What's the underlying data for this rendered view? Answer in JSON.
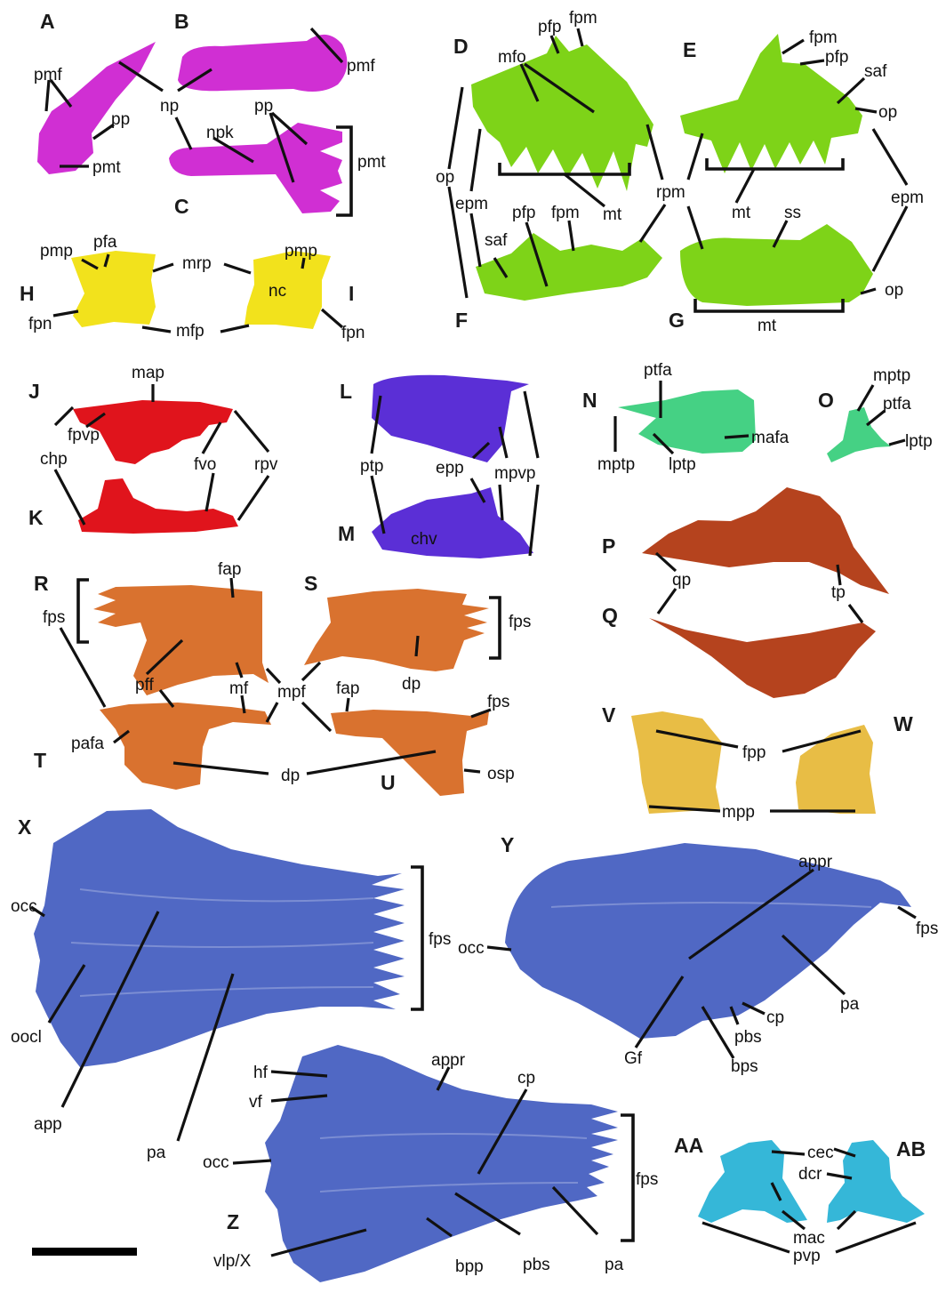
{
  "colors": {
    "magenta": "#d02fd3",
    "green": "#7ed318",
    "yellow": "#f2e21c",
    "red": "#e0141c",
    "purple": "#5b2fd6",
    "mint": "#45d184",
    "rust": "#b5431e",
    "orange": "#d9722f",
    "gold": "#e8bd45",
    "blue": "#5068c4",
    "cyan": "#35b7d8",
    "scalebar": "#000000"
  },
  "panels": {
    "A": "A",
    "B": "B",
    "C": "C",
    "D": "D",
    "E": "E",
    "F": "F",
    "G": "G",
    "H": "H",
    "I": "I",
    "J": "J",
    "K": "K",
    "L": "L",
    "M": "M",
    "N": "N",
    "O": "O",
    "P": "P",
    "Q": "Q",
    "R": "R",
    "S": "S",
    "T": "T",
    "U": "U",
    "V": "V",
    "W": "W",
    "X": "X",
    "Y": "Y",
    "Z": "Z",
    "AA": "AA",
    "AB": "AB"
  },
  "labels": {
    "pmf": "pmf",
    "pp": "pp",
    "pmt": "pmt",
    "np": "np",
    "npk": "npk",
    "pfp": "pfp",
    "fpm": "fpm",
    "mfo": "mfo",
    "saf": "saf",
    "op": "op",
    "epm": "epm",
    "mt": "mt",
    "rpm": "rpm",
    "ss": "ss",
    "pmp": "pmp",
    "pfa": "pfa",
    "mrp": "mrp",
    "nc": "nc",
    "fpn": "fpn",
    "mfp": "mfp",
    "map": "map",
    "fpvp": "fpvp",
    "chp": "chp",
    "fvo": "fvo",
    "rpv": "rpv",
    "ptp": "ptp",
    "epp": "epp",
    "mpvp": "mpvp",
    "chv": "chv",
    "ptfa": "ptfa",
    "mptp": "mptp",
    "mafa": "mafa",
    "lptp": "lptp",
    "qp": "qp",
    "tp": "tp",
    "fap": "fap",
    "fps": "fps",
    "pff": "pff",
    "mf": "mf",
    "mpf": "mpf",
    "dp": "dp",
    "pafa": "pafa",
    "osp": "osp",
    "fpp": "fpp",
    "mpp": "mpp",
    "occ": "occ",
    "oocl": "oocl",
    "app": "app",
    "pa": "pa",
    "appr": "appr",
    "Gf": "Gf",
    "cp": "cp",
    "pbs": "pbs",
    "bps": "bps",
    "hf": "hf",
    "vf": "vf",
    "vlpX": "vlp/X",
    "bpp": "bpp",
    "cec": "cec",
    "dcr": "dcr",
    "mac": "mac",
    "pvp": "pvp"
  }
}
